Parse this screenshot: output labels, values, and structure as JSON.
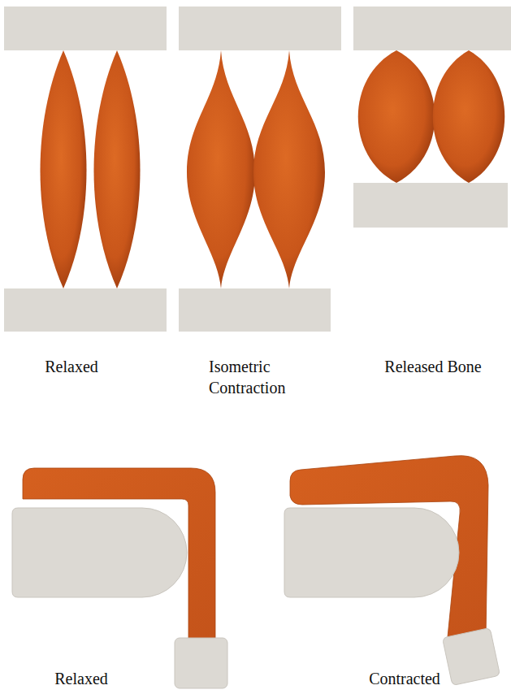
{
  "diagram": {
    "labels": [
      "Relaxed",
      "Isometric Contraction",
      "Released Bone",
      "Relaxed",
      "Contracted"
    ]
  }
}
